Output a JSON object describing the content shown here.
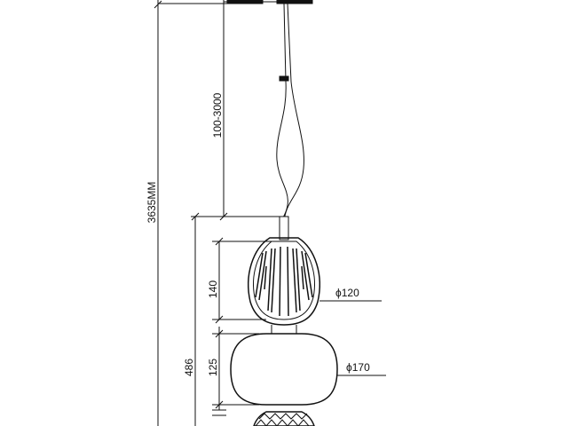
{
  "diagram": {
    "labels": {
      "total_height": "3635MM",
      "cable_length": "100-3000",
      "upper_section_height": "486",
      "upper_shade_height": "140",
      "upper_shade_diameter": "ϕ120",
      "middle_shade_height": "125",
      "middle_shade_diameter": "ϕ170"
    },
    "colors": {
      "line": "#111111",
      "background": "#ffffff"
    }
  }
}
